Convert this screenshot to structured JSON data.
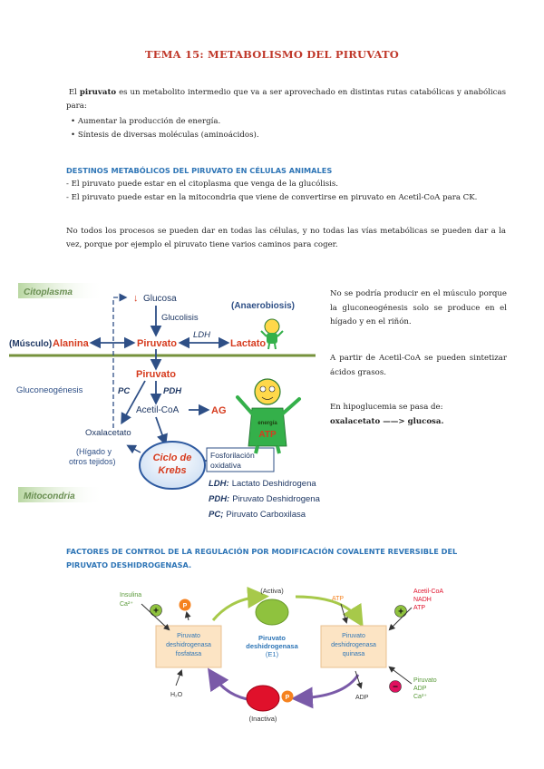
{
  "title": "TEMA 15: METABOLISMO DEL PIRUVATO",
  "intro": {
    "lead": "El",
    "bold": "piruvato",
    "rest": "es un metabolito intermedio que va a ser aprovechado en distintas rutas catabólicas y anabólicas para:",
    "bullets": [
      "Aumentar la producción de energía.",
      "Síntesis de diversas moléculas (aminoácidos)."
    ]
  },
  "section1": {
    "heading": "DESTINOS METABÓLICOS DEL PIRUVATO EN CÉLULAS ANIMALES",
    "lines": [
      "- El piruvato puede estar en el citoplasma que venga de la glucólisis.",
      "- El piruvato puede estar en la mitocondria que viene de convertirse en piruvato en Acetil-CoA para CK."
    ],
    "note": "No todos los procesos se pueden dar en todas las células, y no todas las vías metabólicas se pueden dar a la vez, porque por ejemplo el piruvato tiene varios caminos para coger."
  },
  "side_notes": {
    "p1": "No se podría producir en el músculo porque la gluconeogénesis solo se produce en el hígado y en el riñón.",
    "p2": "A partir de Acetil-CoA se pueden sintetizar ácidos grasos.",
    "p3": "En hipoglucemia se pasa de:",
    "p4": "oxalacetato ——> glucosa."
  },
  "diagram1": {
    "citoplasma": "Citoplasma",
    "mitocondria": "Mitocondria",
    "glucosa": "Glucosa",
    "glucolisis": "Glucolisis",
    "anaerobiosis": "(Anaerobiosis)",
    "musculo": "(Músculo)",
    "alanina": "Alanina",
    "piruvato": "Piruvato",
    "ldh": "LDH",
    "lactato": "Lactato",
    "piruvato2": "Piruvato",
    "gluconeogenesis": "Gluconeogénesis",
    "pc": "PC",
    "pdh": "PDH",
    "acetil": "Acetil-CoA",
    "ag": "AG",
    "oxalacetato": "Oxalacetato",
    "higado": "(Hígado y",
    "otros": "otros tejidos)",
    "ciclo1": "Ciclo de",
    "ciclo2": "Krebs",
    "fosfo1": "Fosforilación",
    "fosfo2": "oxidativa",
    "energia": "energía",
    "atp": "ATP",
    "leg_ldh_abbr": "LDH:",
    "leg_ldh": "Lactato Deshidrogena",
    "leg_pdh_abbr": "PDH:",
    "leg_pdh": "Piruvato Deshidrogena",
    "leg_pc_abbr": "PC;",
    "leg_pc": "Piruvato Carboxilasa"
  },
  "section2": {
    "heading1": "FACTORES DE CONTROL DE LA REGULACIÓN POR MODIFICACIÓN COVALENTE REVERSIBLE DEL",
    "heading2": "PIRUVATO DESHIDROGENASA."
  },
  "diagram2": {
    "activa": "(Activa)",
    "inactiva": "(Inactiva)",
    "pdh_center1": "Piruvato",
    "pdh_center2": "deshidrogenasa",
    "pdh_center3": "(E1)",
    "fosfatasa1": "Piruvato",
    "fosfatasa2": "deshidrogenasa",
    "fosfatasa3": "fosfatasa",
    "quinasa1": "Piruvato",
    "quinasa2": "deshidrogenasa",
    "quinasa3": "quinasa",
    "insulina": "Insulina",
    "ca_left": "Ca²⁺",
    "h2o": "H₂O",
    "atp": "ATP",
    "adp": "ADP",
    "act_list": [
      "Acetil-CoA",
      "NADH",
      "ATP"
    ],
    "inh_list": [
      "Piruvato",
      "ADP",
      "Ca²⁺"
    ],
    "p": "P",
    "plus": "+",
    "minus": "−"
  }
}
